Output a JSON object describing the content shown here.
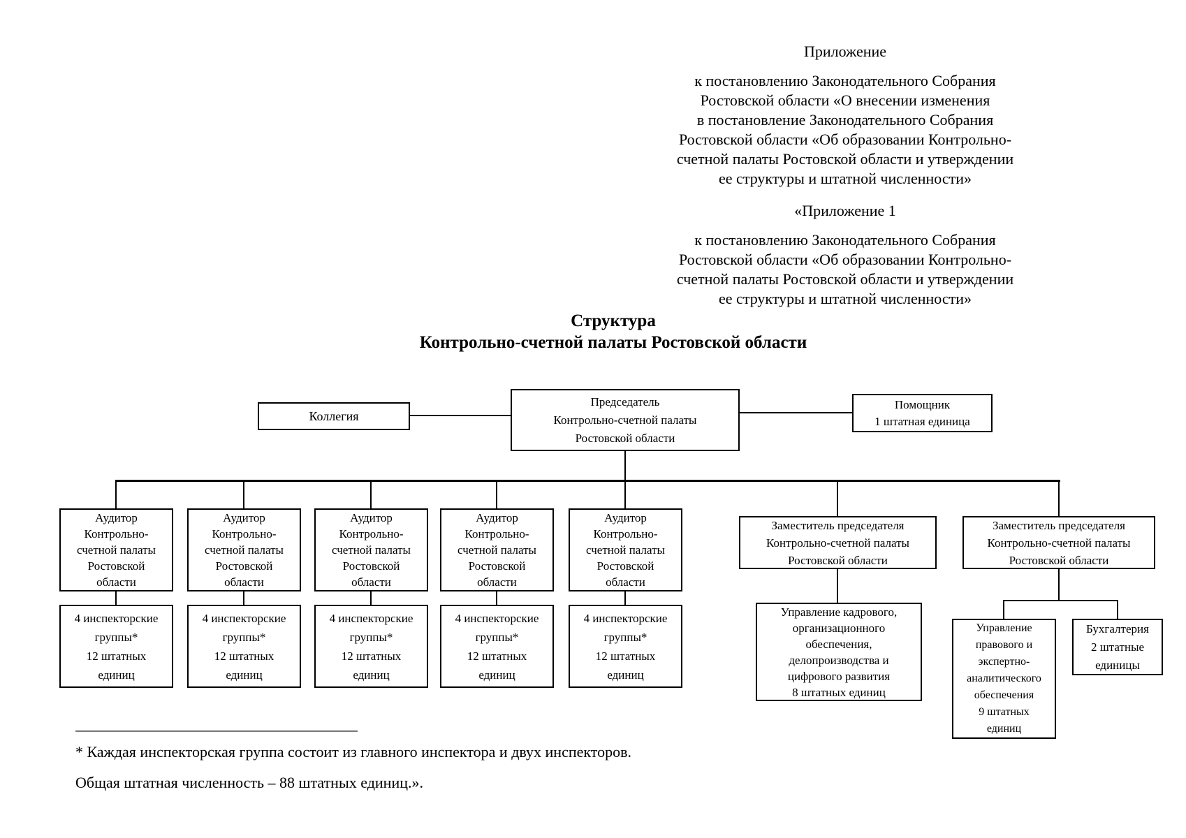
{
  "colors": {
    "background": "#ffffff",
    "text": "#000000",
    "box_border": "#000000",
    "connector": "#000000",
    "footnote_rule": "#777777"
  },
  "header": {
    "appendix_label": "Приложение",
    "appendix_lines": [
      "к постановлению Законодательного Собрания",
      "Ростовской области «О внесении изменения",
      "в постановление Законодательного Собрания",
      "Ростовской области «Об образовании Контрольно-",
      "счетной палаты Ростовской области и утверждении",
      "ее структуры и штатной численности»"
    ],
    "appendix1_label": "«Приложение 1",
    "appendix1_lines": [
      "к постановлению Законодательного Собрания",
      "Ростовской области «Об образовании Контрольно-",
      "счетной палаты Ростовской области и утверждении",
      "ее структуры и штатной численности»"
    ]
  },
  "title": {
    "line1": "Структура",
    "line2": "Контрольно-счетной палаты Ростовской области"
  },
  "chart": {
    "kollegia": {
      "label": "Коллегия"
    },
    "chairman": {
      "lines": [
        "Председатель",
        "Контрольно-счетной палаты",
        "Ростовской области"
      ]
    },
    "assistant": {
      "lines": [
        "Помощник",
        "1 штатная единица"
      ]
    },
    "auditor_lines": [
      "Аудитор",
      "Контрольно-",
      "счетной палаты",
      "Ростовской",
      "области"
    ],
    "inspector_lines": [
      "4 инспекторские",
      "группы*",
      "12 штатных",
      "единиц"
    ],
    "deputy_lines": [
      "Заместитель председателя",
      "Контрольно-счетной палаты",
      "Ростовской области"
    ],
    "dept_hr_lines": [
      "Управление кадрового,",
      "организационного",
      "обеспечения,",
      "делопроизводства и",
      "цифрового развития",
      "8 штатных единиц"
    ],
    "dept_legal_lines": [
      "Управление",
      "правового и",
      "экспертно-",
      "аналитического",
      "обеспечения",
      "9 штатных",
      "единиц"
    ],
    "dept_accounting_lines": [
      "Бухгалтерия",
      "2 штатные",
      "единицы"
    ]
  },
  "footnote": {
    "line1": "* Каждая инспекторская группа состоит из главного инспектора и двух инспекторов.",
    "line2": "Общая штатная численность – 88 штатных единиц.»."
  }
}
